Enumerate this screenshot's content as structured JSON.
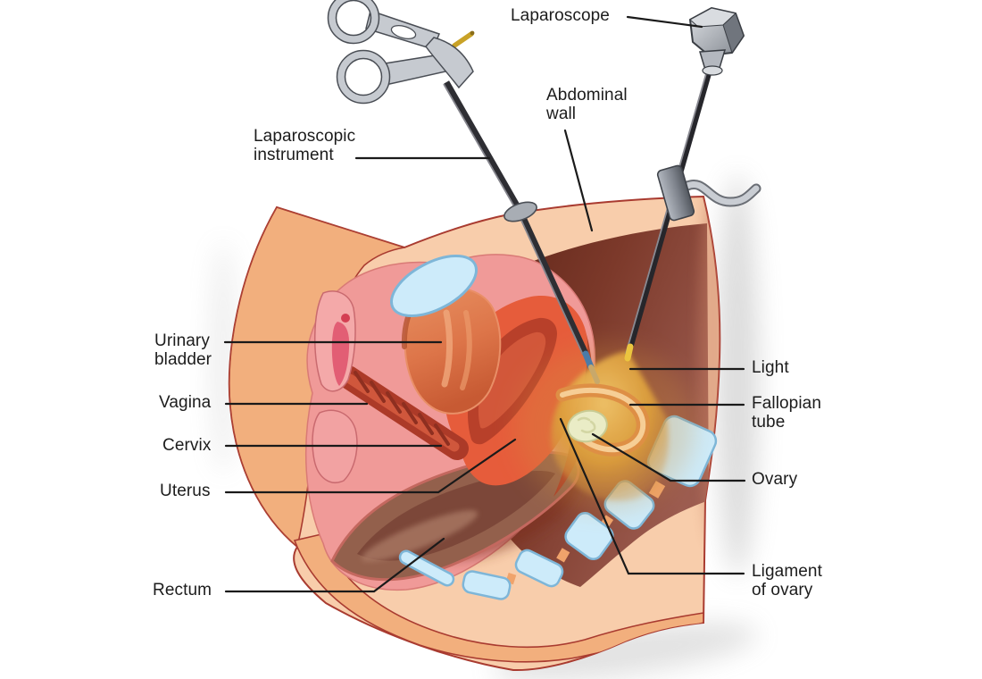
{
  "diagram": {
    "subject": "Laparoscopy of female pelvic anatomy (sagittal section)"
  },
  "labels": {
    "laparoscope": "Laparoscope",
    "abdominal_wall": "Abdominal wall",
    "laparoscopic_instrument": "Laparoscopic instrument",
    "urinary_bladder": "Urinary bladder",
    "vagina": "Vagina",
    "cervix": "Cervix",
    "uterus": "Uterus",
    "rectum": "Rectum",
    "light": "Light",
    "fallopian_tube": "Fallopian tube",
    "ovary": "Ovary",
    "ligament_of_ovary": "Ligament of ovary"
  },
  "colors": {
    "background": "#ffffff",
    "text": "#1c1c1c",
    "leader_line": "#1a1a1a",
    "skin_light": "#f8cdab",
    "skin_dark": "#f2af7d",
    "outline_red": "#a93b30",
    "cavity_dark": "#5a2115",
    "cavity_light": "#9c5c50",
    "organ_pink": "#f09a98",
    "bladder_orange": "#dd7549",
    "uterus_red": "#e65c3b",
    "canal_dark_red": "#ac3a28",
    "vulva_pink": "#e25e74",
    "rectum_brown": "#93604c",
    "rectum_dark": "#7a4537",
    "bone_blue": "#cdebfa",
    "bone_blue_stroke": "#7eb6d8",
    "light_beam": "#dd9f3c",
    "fallopian_orange": "#de8f45",
    "ovary_cream": "#eaecc6",
    "instrument_dark": "#2e2e33",
    "instrument_metal": "#c6cad0",
    "gold_pin": "#c9a227"
  }
}
